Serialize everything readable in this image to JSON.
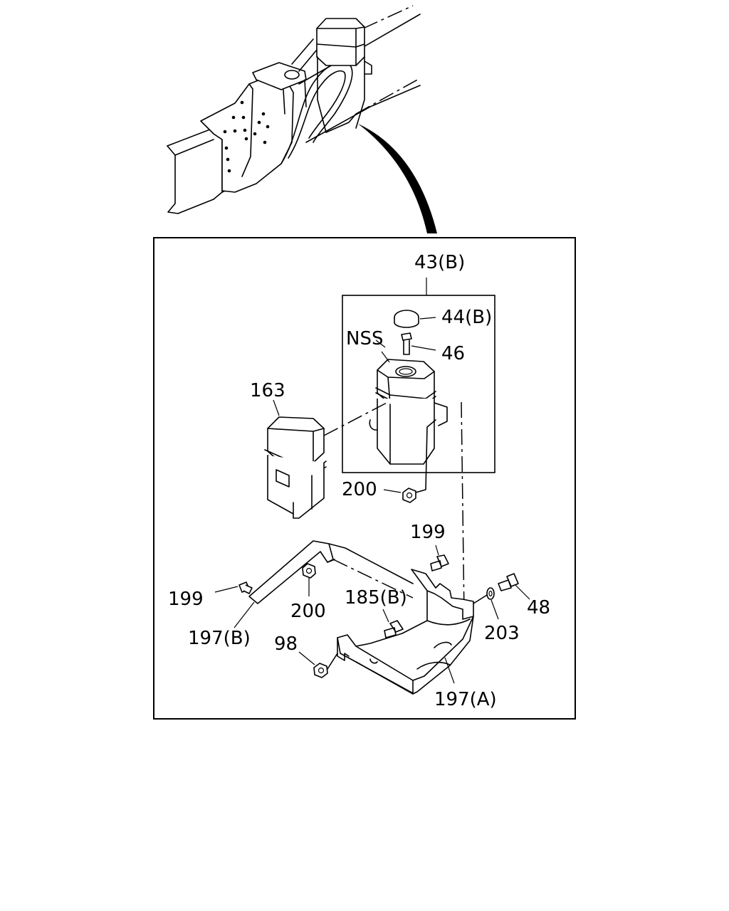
{
  "diagram": {
    "labels": {
      "part_43b": "43(B)",
      "part_44b": "44(B)",
      "nss": "NSS",
      "part_46": "46",
      "part_163": "163",
      "part_200_upper": "200",
      "part_199_upper": "199",
      "part_199_left": "199",
      "part_200_lower": "200",
      "part_185b": "185(B)",
      "part_48": "48",
      "part_197b": "197(B)",
      "part_203": "203",
      "part_98": "98",
      "part_197a": "197(A)"
    }
  }
}
